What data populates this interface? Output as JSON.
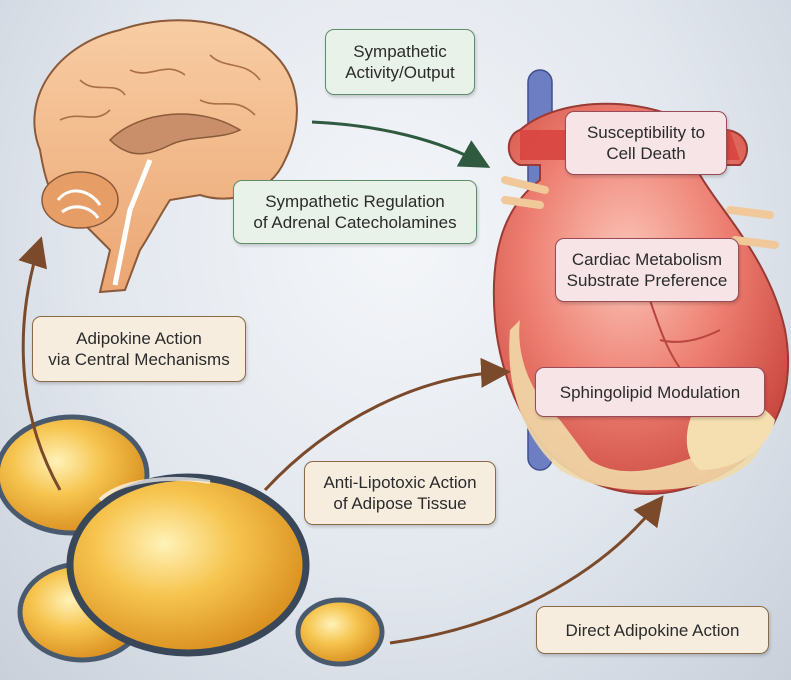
{
  "labels": {
    "sympathetic_activity": [
      "Sympathetic",
      "Activity/Output"
    ],
    "sympathetic_regulation": [
      "Sympathetic Regulation",
      "of Adrenal Catecholamines"
    ],
    "adipokine_central": [
      "Adipokine Action",
      "via Central Mechanisms"
    ],
    "anti_lipotoxic": [
      "Anti-Lipotoxic Action",
      "of Adipose Tissue"
    ],
    "direct_adipokine": [
      "Direct Adipokine Action"
    ],
    "susceptibility": [
      "Susceptibility to",
      "Cell Death"
    ],
    "cardiac_metabolism": [
      "Cardiac Metabolism",
      "Substrate Preference"
    ],
    "sphingolipid": [
      "Sphingolipid Modulation"
    ]
  },
  "colors": {
    "label_green_fill": "#e8f2e8",
    "label_tan_fill": "#f6eddf",
    "label_rose_fill": "#f6e4e7",
    "arrow_green": "#2f5a3f",
    "arrow_brown": "#7a4a2a",
    "brain": "#f2b88a",
    "heart": "#e46a62",
    "fat": "#f0b537"
  }
}
